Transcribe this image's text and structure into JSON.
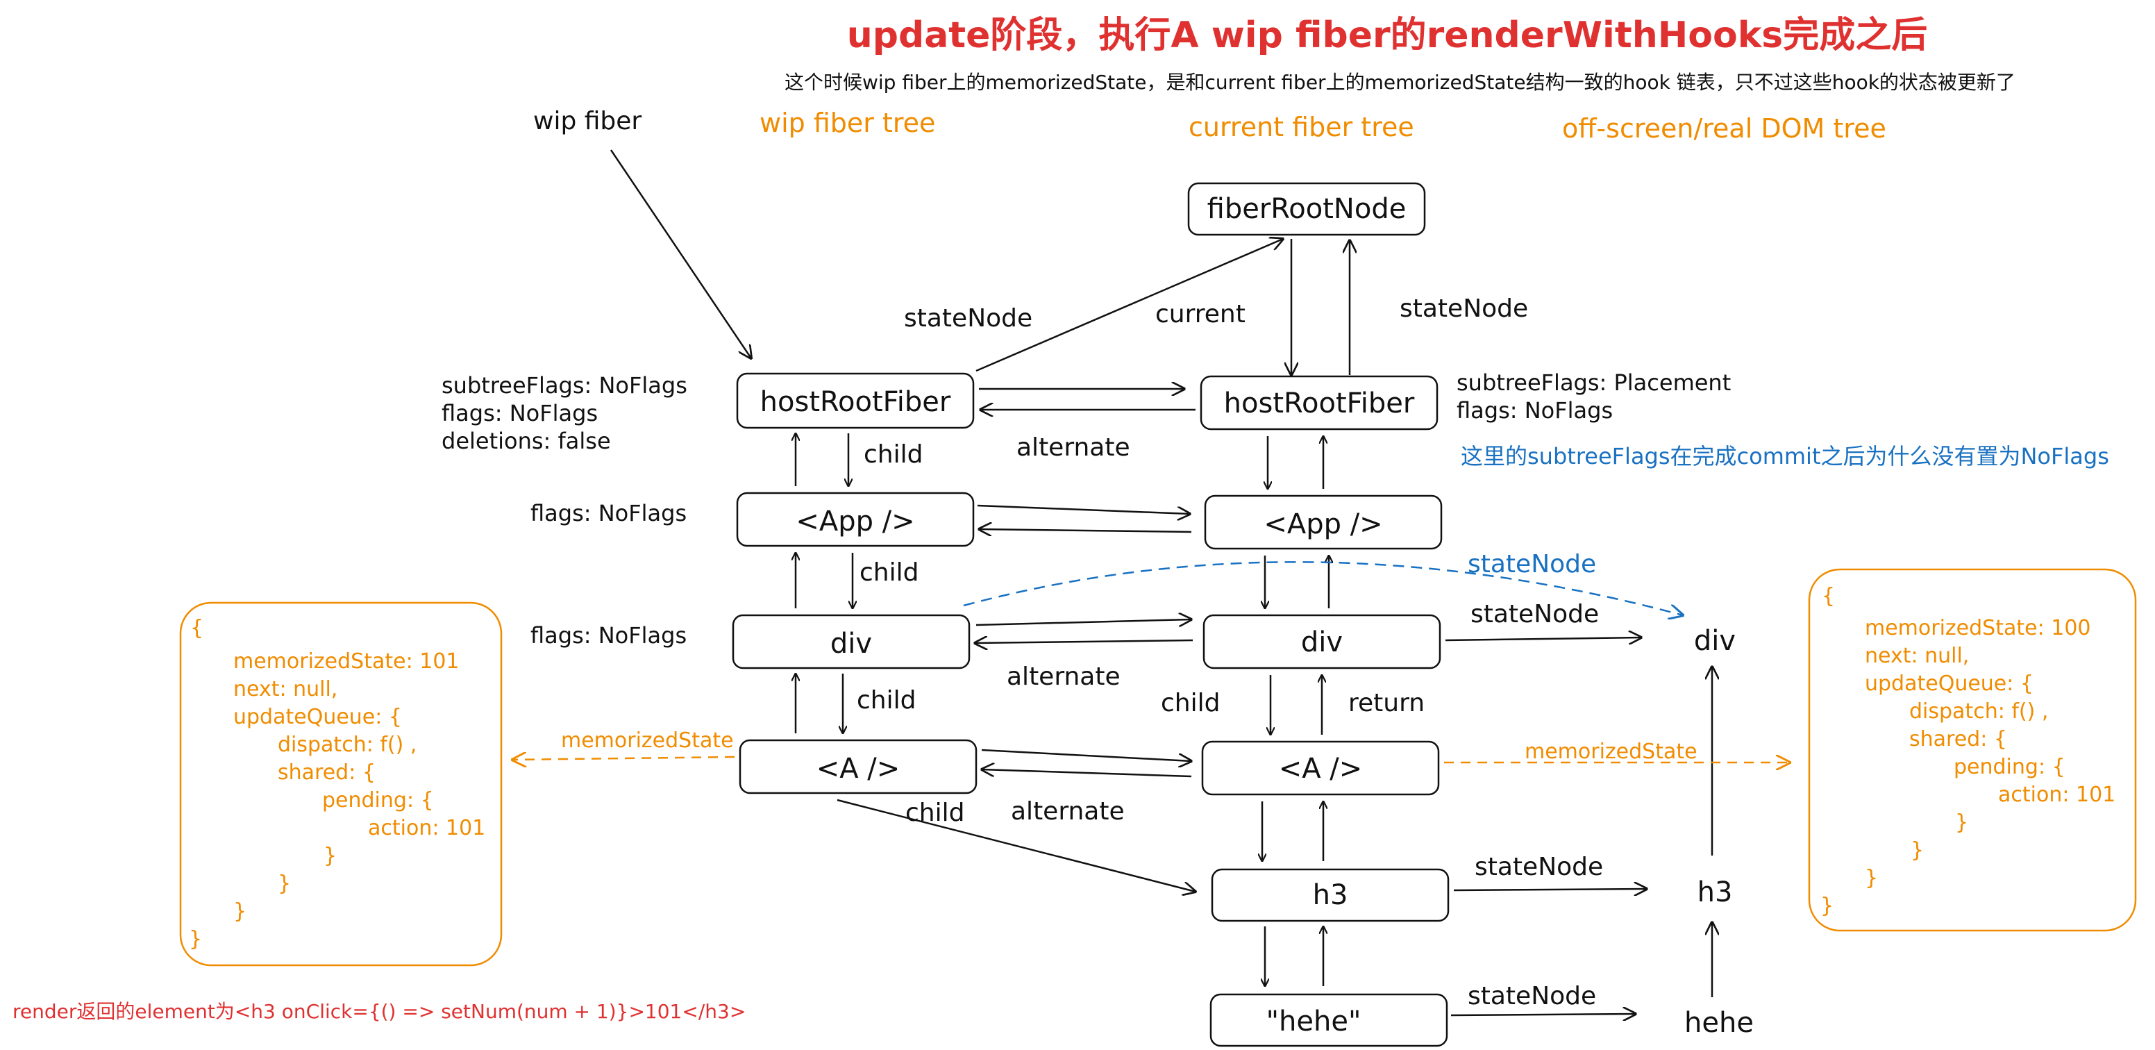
{
  "title": "update阶段，执行A wip fiber的renderWithHooks完成之后",
  "subtitle": "这个时候wip fiber上的memorizedState，是和current fiber上的memorizedState结构一致的hook 链表，只不过这些hook的状态被更新了",
  "sections": {
    "wip_fiber": "wip fiber",
    "wip_tree": "wip fiber tree",
    "current_tree": "current fiber tree",
    "dom_tree": "off-screen/real DOM tree"
  },
  "nodes": {
    "fiber_root": "fiberRootNode",
    "wip_host_root": "hostRootFiber",
    "wip_app": "<App />",
    "wip_div": "div",
    "wip_a": "<A />",
    "cur_host_root": "hostRootFiber",
    "cur_app": "<App />",
    "cur_div": "div",
    "cur_a": "<A />",
    "cur_h3": "h3",
    "cur_hehe": "\"hehe\"",
    "dom_div": "div",
    "dom_h3": "h3",
    "dom_hehe": "hehe"
  },
  "edge_labels": {
    "state_node_wip": "stateNode",
    "current": "current",
    "state_node_root": "stateNode",
    "alternate_1": "alternate",
    "alternate_2": "alternate",
    "alternate_3": "alternate",
    "child_1": "child",
    "child_2": "child",
    "child_3": "child",
    "child_4": "child",
    "child_cur": "child",
    "return_cur": "return",
    "state_node_div_blue": "stateNode",
    "state_node_div": "stateNode",
    "state_node_h3": "stateNode",
    "state_node_hehe": "stateNode",
    "memorized_state_left": "memorizedState",
    "memorized_state_right": "memorizedState"
  },
  "wip_flags": {
    "host_root": [
      "subtreeFlags: NoFlags",
      "flags: NoFlags",
      "deletions: false"
    ],
    "app": "flags: NoFlags",
    "div": "flags: NoFlags"
  },
  "current_flags": [
    "subtreeFlags: Placement",
    "flags: NoFlags"
  ],
  "blue_note": "这里的subtreeFlags在完成commit之后为什么没有置为NoFlags",
  "hook_left": [
    "{",
    "memorizedState: 101",
    "next: null,",
    "updateQueue: {",
    "dispatch: f() ,",
    "shared: {",
    "pending: {",
    "action: 101",
    "}",
    "}",
    "}",
    "}"
  ],
  "hook_right": [
    "{",
    "memorizedState: 100",
    "next: null,",
    "updateQueue: {",
    "dispatch: f() ,",
    "shared: {",
    "pending: {",
    "action: 101",
    "}",
    "}",
    "}",
    "}"
  ],
  "footer": "render返回的element为<h3 onClick={() => setNum(num + 1)}>101</h3>",
  "colors": {
    "title": "#e03131",
    "orange": "#f08c00",
    "blue": "#1971c2",
    "ink": "#111111"
  }
}
